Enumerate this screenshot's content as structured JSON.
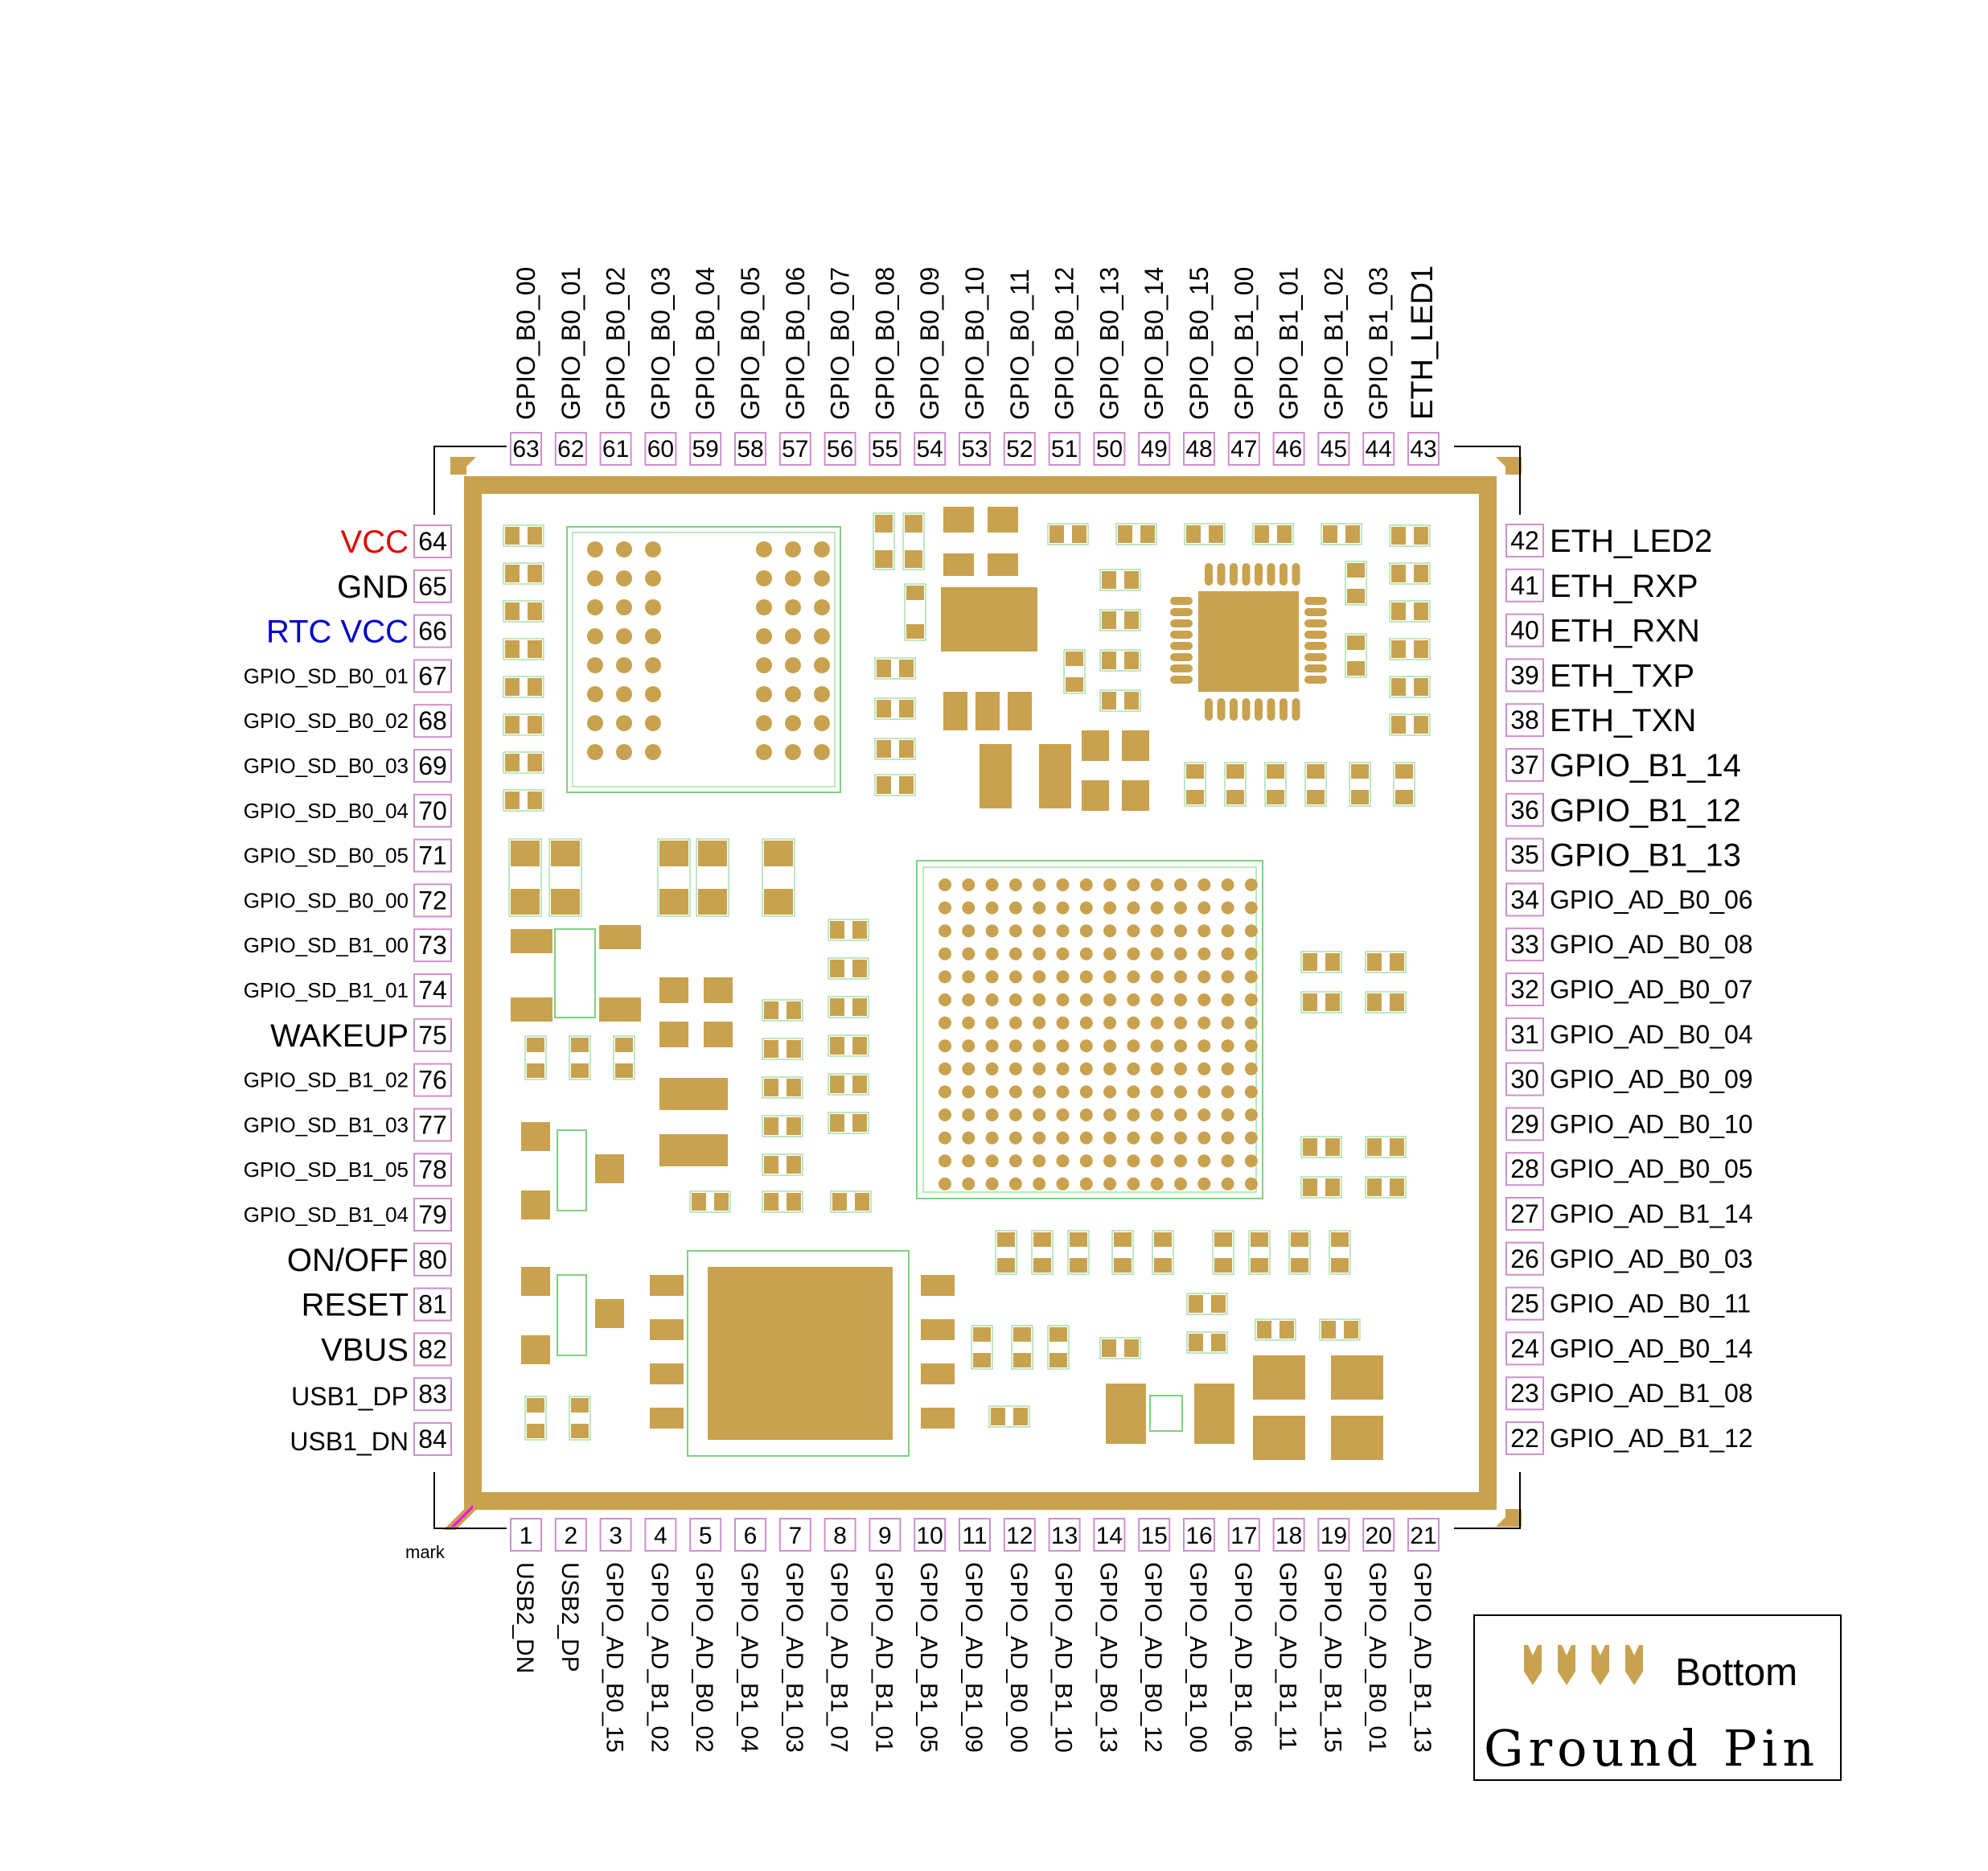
{
  "colors": {
    "gold": "#c9a24f",
    "outline": "#7fd27f",
    "pinbox": "#d08fd0",
    "mark": "#ff00ff",
    "vcc": "#e60000",
    "rtc": "#0000cc",
    "text": "#000000"
  },
  "pins": {
    "top": [
      {
        "num": "63",
        "label": "GPIO_B0_00"
      },
      {
        "num": "62",
        "label": "GPIO_B0_01"
      },
      {
        "num": "61",
        "label": "GPIO_B0_02"
      },
      {
        "num": "60",
        "label": "GPIO_B0_03"
      },
      {
        "num": "59",
        "label": "GPIO_B0_04"
      },
      {
        "num": "58",
        "label": "GPIO_B0_05"
      },
      {
        "num": "57",
        "label": "GPIO_B0_06"
      },
      {
        "num": "56",
        "label": "GPIO_B0_07"
      },
      {
        "num": "55",
        "label": "GPIO_B0_08"
      },
      {
        "num": "54",
        "label": "GPIO_B0_09"
      },
      {
        "num": "53",
        "label": "GPIO_B0_10"
      },
      {
        "num": "52",
        "label": "GPIO_B0_11"
      },
      {
        "num": "51",
        "label": "GPIO_B0_12"
      },
      {
        "num": "50",
        "label": "GPIO_B0_13"
      },
      {
        "num": "49",
        "label": "GPIO_B0_14"
      },
      {
        "num": "48",
        "label": "GPIO_B0_15"
      },
      {
        "num": "47",
        "label": "GPIO_B1_00"
      },
      {
        "num": "46",
        "label": "GPIO_B1_01"
      },
      {
        "num": "45",
        "label": "GPIO_B1_02"
      },
      {
        "num": "44",
        "label": "GPIO_B1_03"
      },
      {
        "num": "43",
        "label": "ETH_LED1"
      }
    ],
    "bottom": [
      {
        "num": "1",
        "label": "USB2_DN"
      },
      {
        "num": "2",
        "label": "USB2_DP"
      },
      {
        "num": "3",
        "label": "GPIO_AD_B0_15"
      },
      {
        "num": "4",
        "label": "GPIO_AD_B1_02"
      },
      {
        "num": "5",
        "label": "GPIO_AD_B0_02"
      },
      {
        "num": "6",
        "label": "GPIO_AD_B1_04"
      },
      {
        "num": "7",
        "label": "GPIO_AD_B1_03"
      },
      {
        "num": "8",
        "label": "GPIO_AD_B1_07"
      },
      {
        "num": "9",
        "label": "GPIO_AD_B1_01"
      },
      {
        "num": "10",
        "label": "GPIO_AD_B1_05"
      },
      {
        "num": "11",
        "label": "GPIO_AD_B1_09"
      },
      {
        "num": "12",
        "label": "GPIO_AD_B0_00"
      },
      {
        "num": "13",
        "label": "GPIO_AD_B1_10"
      },
      {
        "num": "14",
        "label": "GPIO_AD_B0_13"
      },
      {
        "num": "15",
        "label": "GPIO_AD_B0_12"
      },
      {
        "num": "16",
        "label": "GPIO_AD_B1_00"
      },
      {
        "num": "17",
        "label": "GPIO_AD_B1_06"
      },
      {
        "num": "18",
        "label": "GPIO_AD_B1_11"
      },
      {
        "num": "19",
        "label": "GPIO_AD_B1_15"
      },
      {
        "num": "20",
        "label": "GPIO_AD_B0_01"
      },
      {
        "num": "21",
        "label": "GPIO_AD_B1_13"
      }
    ],
    "left": [
      {
        "num": "64",
        "label": "VCC",
        "style": "vcc"
      },
      {
        "num": "65",
        "label": "GND",
        "style": "big"
      },
      {
        "num": "66",
        "label": "RTC VCC",
        "style": "rtc"
      },
      {
        "num": "67",
        "label": "GPIO_SD_B0_01",
        "style": "small"
      },
      {
        "num": "68",
        "label": "GPIO_SD_B0_02",
        "style": "small"
      },
      {
        "num": "69",
        "label": "GPIO_SD_B0_03",
        "style": "small"
      },
      {
        "num": "70",
        "label": "GPIO_SD_B0_04",
        "style": "small"
      },
      {
        "num": "71",
        "label": "GPIO_SD_B0_05",
        "style": "small"
      },
      {
        "num": "72",
        "label": "GPIO_SD_B0_00",
        "style": "small"
      },
      {
        "num": "73",
        "label": "GPIO_SD_B1_00",
        "style": "small"
      },
      {
        "num": "74",
        "label": "GPIO_SD_B1_01",
        "style": "small"
      },
      {
        "num": "75",
        "label": "WAKEUP",
        "style": "big"
      },
      {
        "num": "76",
        "label": "GPIO_SD_B1_02",
        "style": "small"
      },
      {
        "num": "77",
        "label": "GPIO_SD_B1_03",
        "style": "small"
      },
      {
        "num": "78",
        "label": "GPIO_SD_B1_05",
        "style": "small"
      },
      {
        "num": "79",
        "label": "GPIO_SD_B1_04",
        "style": "small"
      },
      {
        "num": "80",
        "label": "ON/OFF",
        "style": "big"
      },
      {
        "num": "81",
        "label": "RESET",
        "style": "big"
      },
      {
        "num": "82",
        "label": "VBUS",
        "style": "big"
      },
      {
        "num": "83",
        "label": "USB1_DP",
        "style": "mid"
      },
      {
        "num": "84",
        "label": "USB1_DN",
        "style": "mid"
      }
    ],
    "right": [
      {
        "num": "42",
        "label": "ETH_LED2",
        "style": "big"
      },
      {
        "num": "41",
        "label": "ETH_RXP",
        "style": "big"
      },
      {
        "num": "40",
        "label": "ETH_RXN",
        "style": "big"
      },
      {
        "num": "39",
        "label": "ETH_TXP",
        "style": "big"
      },
      {
        "num": "38",
        "label": "ETH_TXN",
        "style": "big"
      },
      {
        "num": "37",
        "label": "GPIO_B1_14",
        "style": "big"
      },
      {
        "num": "36",
        "label": "GPIO_B1_12",
        "style": "big"
      },
      {
        "num": "35",
        "label": "GPIO_B1_13",
        "style": "big"
      },
      {
        "num": "34",
        "label": "GPIO_AD_B0_06",
        "style": "mid"
      },
      {
        "num": "33",
        "label": "GPIO_AD_B0_08",
        "style": "mid"
      },
      {
        "num": "32",
        "label": "GPIO_AD_B0_07",
        "style": "mid"
      },
      {
        "num": "31",
        "label": "GPIO_AD_B0_04",
        "style": "mid"
      },
      {
        "num": "30",
        "label": "GPIO_AD_B0_09",
        "style": "mid"
      },
      {
        "num": "29",
        "label": "GPIO_AD_B0_10",
        "style": "mid"
      },
      {
        "num": "28",
        "label": "GPIO_AD_B0_05",
        "style": "mid"
      },
      {
        "num": "27",
        "label": "GPIO_AD_B1_14",
        "style": "mid"
      },
      {
        "num": "26",
        "label": "GPIO_AD_B0_03",
        "style": "mid"
      },
      {
        "num": "25",
        "label": "GPIO_AD_B0_11",
        "style": "mid"
      },
      {
        "num": "24",
        "label": "GPIO_AD_B0_14",
        "style": "mid"
      },
      {
        "num": "23",
        "label": "GPIO_AD_B1_08",
        "style": "mid"
      },
      {
        "num": "22",
        "label": "GPIO_AD_B1_12",
        "style": "mid"
      }
    ]
  },
  "mark_label": "mark",
  "legend": {
    "bottom_label": "Bottom",
    "ground_label": "Ground Pin"
  }
}
